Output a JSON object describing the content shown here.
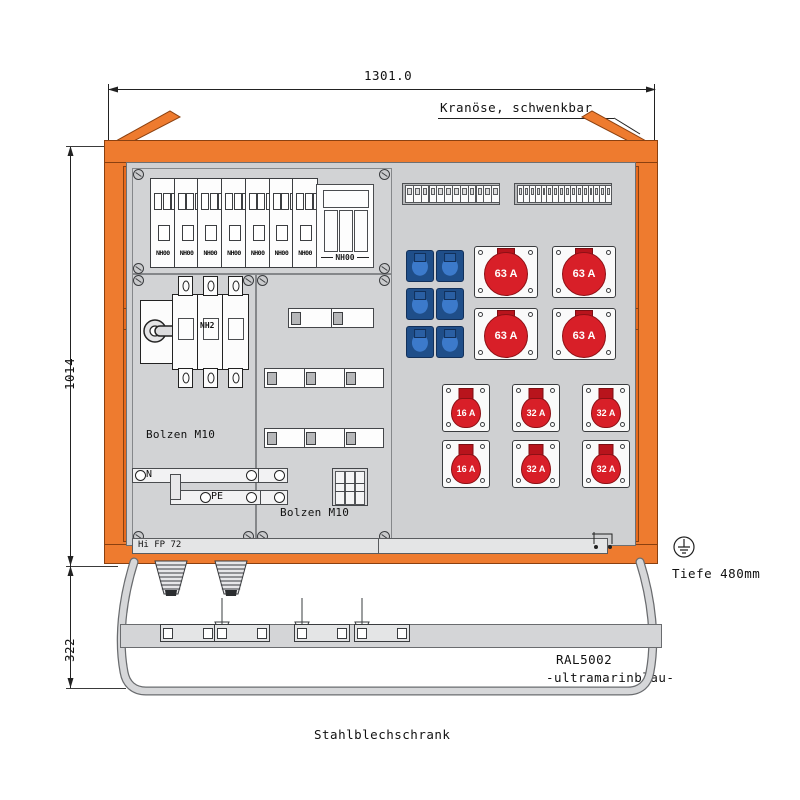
{
  "drawing": {
    "title_caption": "Stahlblechschrank",
    "dimensions": {
      "width_label": "1301.0",
      "height_label": "1014",
      "base_height_label": "322",
      "depth_label": "Tiefe  480mm"
    },
    "annotations": {
      "crane_eye": "Kranöse, schwenkbar",
      "color_code": "RAL5002",
      "color_name": "-ultramarinblau-",
      "earth_symbol": "earth-ground-icon"
    },
    "colors": {
      "frame_orange": "#EE7B2F",
      "panel_grey": "#cfd0d2",
      "socket_red": "#D81F28",
      "socket_blue": "#1F4E89",
      "outline": "#3a3c3f"
    }
  },
  "cabinet": {
    "fuse_section": {
      "items": [
        {
          "label": "NH00"
        },
        {
          "label": "NH00"
        },
        {
          "label": "NH00"
        },
        {
          "label": "NH00"
        },
        {
          "label": "NH00"
        },
        {
          "label": "NH00"
        },
        {
          "label": "NH00"
        }
      ],
      "triple_unit_label": "NH00"
    },
    "switch_section": {
      "main_switch_label": "NH2",
      "bolt_label_left": "Bolzen  M10",
      "bolt_label_right": "Bolzen  M10",
      "neutral_label": "N",
      "pe_label": "PE",
      "plate_label": "Hi FP 72"
    },
    "breaker_rows": [
      {
        "modules": 2
      },
      {
        "modules": 3
      },
      {
        "modules": 3
      }
    ],
    "terminal_blocks": [
      {
        "cells": 12
      },
      {
        "cells": 16
      }
    ],
    "schuko_sockets": [
      {
        "type": "schuko",
        "color": "#1F4E89"
      },
      {
        "type": "schuko",
        "color": "#1F4E89"
      },
      {
        "type": "schuko",
        "color": "#1F4E89"
      },
      {
        "type": "schuko",
        "color": "#1F4E89"
      },
      {
        "type": "schuko",
        "color": "#1F4E89"
      },
      {
        "type": "schuko",
        "color": "#1F4E89"
      }
    ],
    "cee_sockets_large": [
      {
        "amp": "63 A"
      },
      {
        "amp": "63 A"
      },
      {
        "amp": "63 A"
      },
      {
        "amp": "63 A"
      }
    ],
    "cee_sockets_small": [
      {
        "amp": "16 A"
      },
      {
        "amp": "32 A"
      },
      {
        "amp": "32 A"
      },
      {
        "amp": "16 A"
      },
      {
        "amp": "32 A"
      },
      {
        "amp": "32 A"
      }
    ]
  }
}
